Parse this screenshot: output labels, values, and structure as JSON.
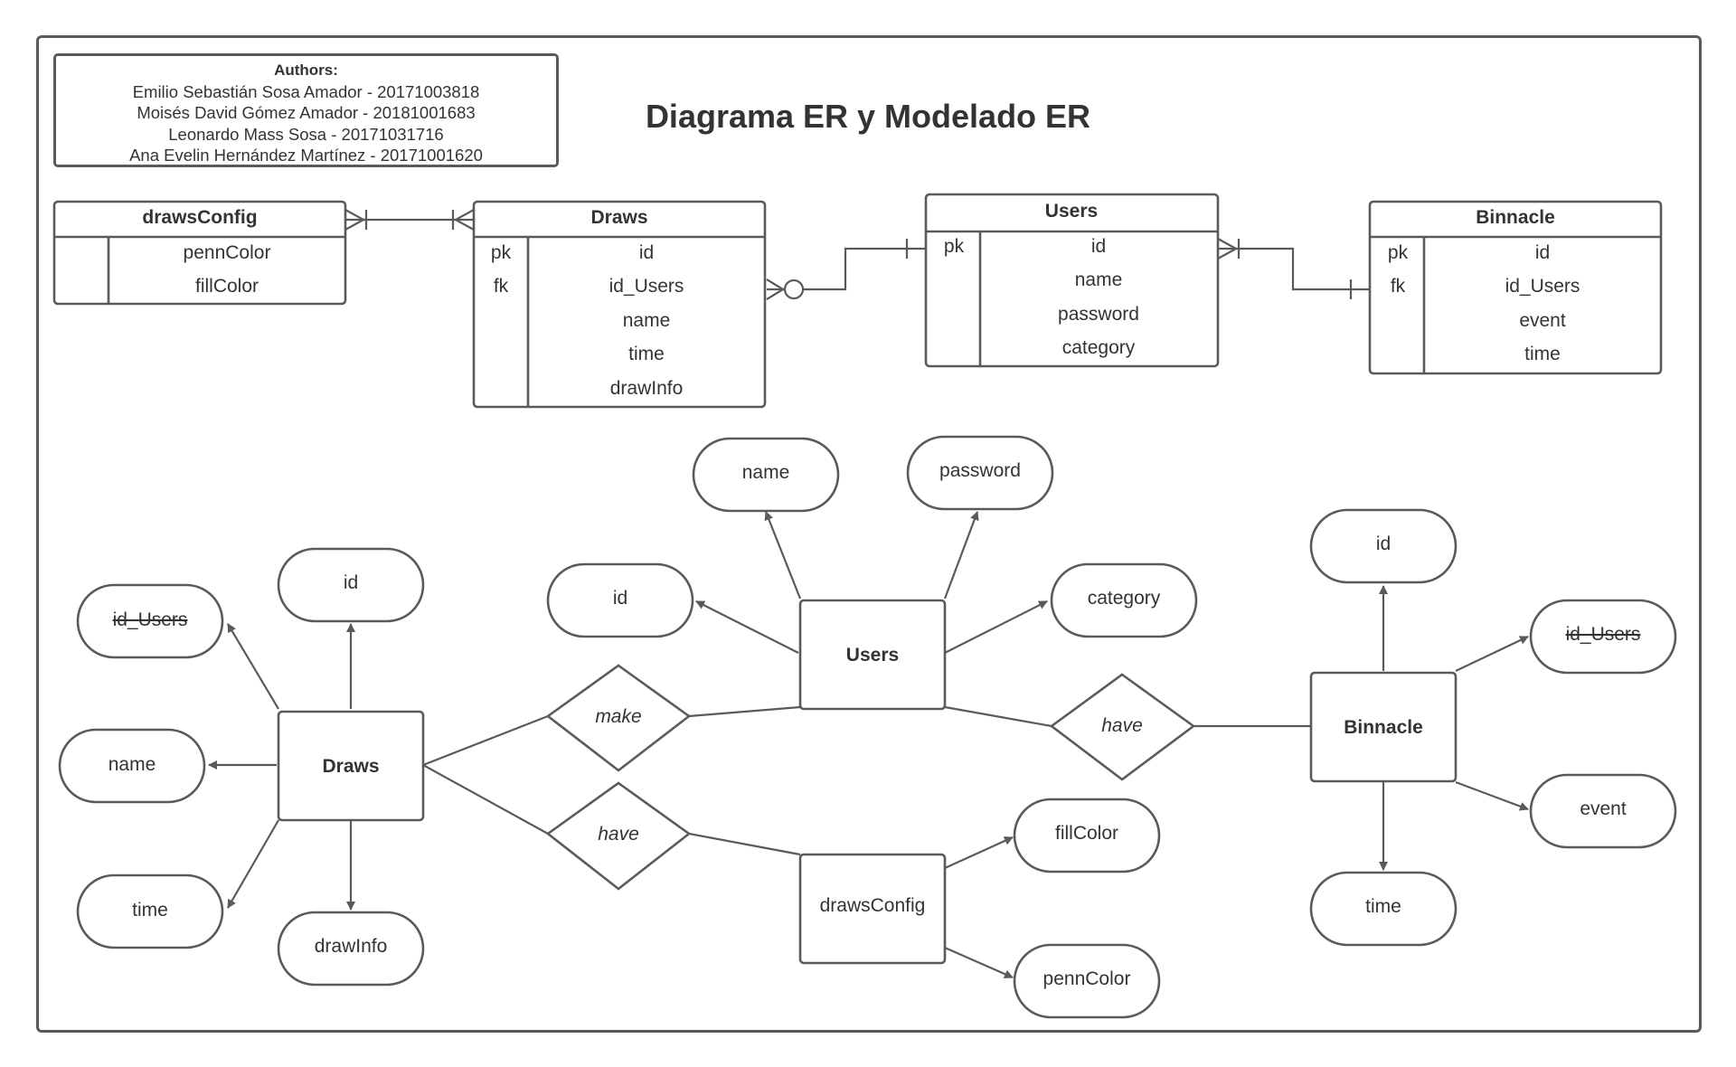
{
  "title": "Diagrama ER y Modelado ER",
  "authors": {
    "heading": "Authors:",
    "lines": [
      "Emilio Sebastián Sosa Amador - 20171003818",
      "Moisés David Gómez Amador - 20181001683",
      "Leonardo Mass Sosa - 20171031716",
      "Ana Evelin Hernández Martínez - 20171001620"
    ]
  },
  "tables": {
    "drawsConfig": {
      "name": "drawsConfig",
      "rows": [
        [
          "",
          "pennColor"
        ],
        [
          "",
          "fillColor"
        ]
      ]
    },
    "draws": {
      "name": "Draws",
      "rows": [
        [
          "pk",
          "id"
        ],
        [
          "fk",
          "id_Users"
        ],
        [
          "",
          "name"
        ],
        [
          "",
          "time"
        ],
        [
          "",
          "drawInfo"
        ]
      ]
    },
    "users": {
      "name": "Users",
      "rows": [
        [
          "pk",
          "id"
        ],
        [
          "",
          "name"
        ],
        [
          "",
          "password"
        ],
        [
          "",
          "category"
        ]
      ]
    },
    "binnacle": {
      "name": "Binnacle",
      "rows": [
        [
          "pk",
          "id"
        ],
        [
          "fk",
          "id_Users"
        ],
        [
          "",
          "event"
        ],
        [
          "",
          "time"
        ]
      ]
    }
  },
  "er": {
    "entities": {
      "draws": "Draws",
      "users": "Users",
      "binnacle": "Binnacle",
      "drawsConfig": "drawsConfig"
    },
    "relationships": {
      "make": "make",
      "have_users_binnacle": "have",
      "have_draws_config": "have"
    },
    "attributes": {
      "draws_id_users": "id_Users",
      "draws_id": "id",
      "draws_name": "name",
      "draws_time": "time",
      "draws_drawinfo": "drawInfo",
      "users_name": "name",
      "users_password": "password",
      "users_id": "id",
      "users_category": "category",
      "binnacle_id": "id",
      "binnacle_id_users": "id_Users",
      "binnacle_event": "event",
      "binnacle_time": "time",
      "config_fillcolor": "fillColor",
      "config_penncolor": "pennColor"
    }
  },
  "colors": {
    "stroke": "#5a5a5a",
    "text": "#333333",
    "background": "#ffffff"
  }
}
